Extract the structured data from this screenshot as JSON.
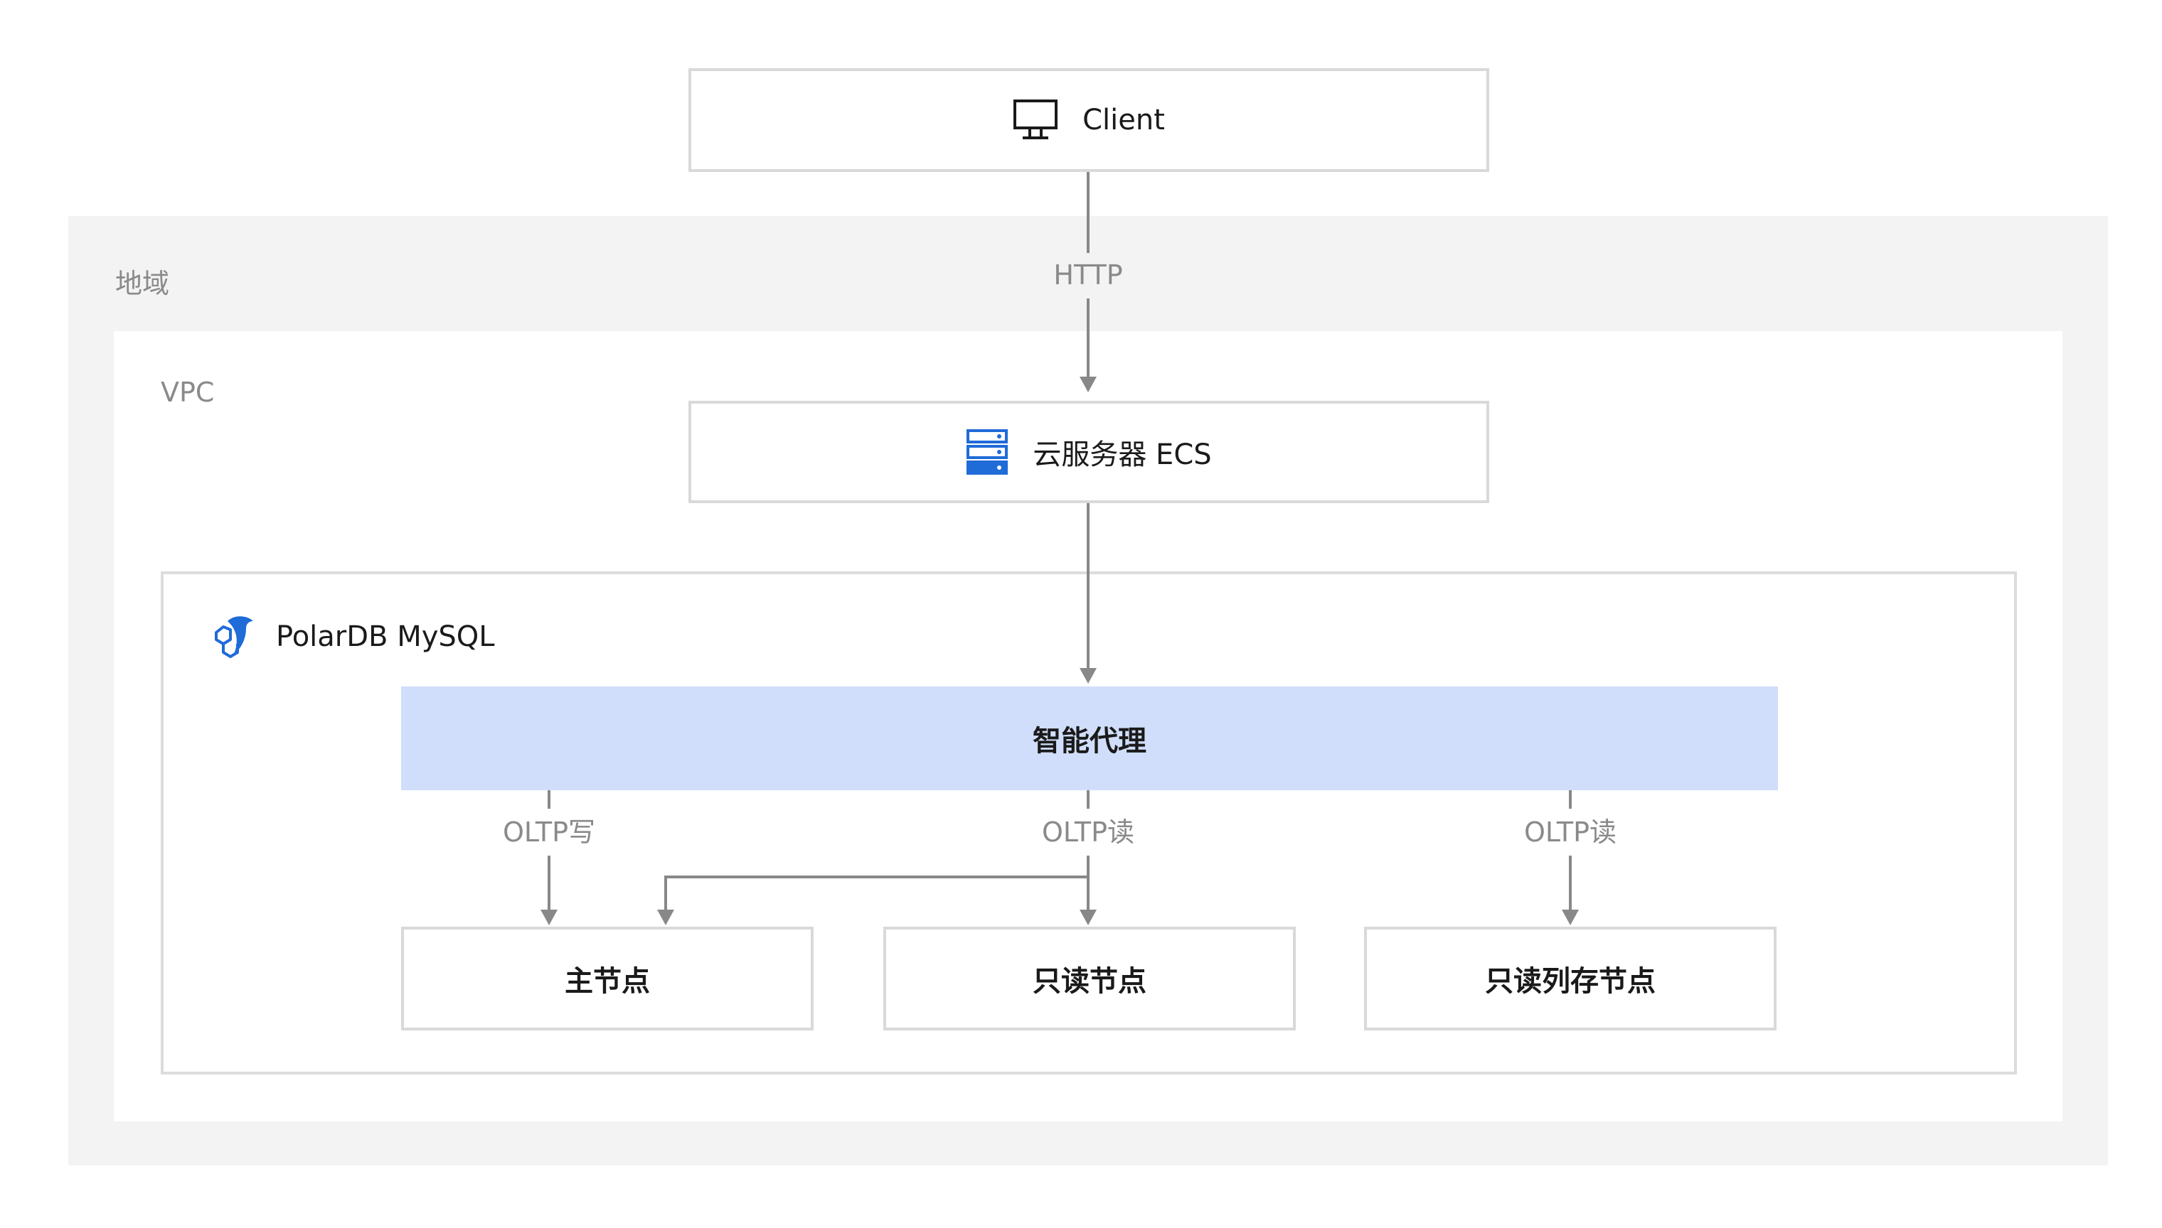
{
  "region": {
    "label": "地域"
  },
  "vpc": {
    "label": "VPC"
  },
  "client": {
    "label": "Client",
    "icon": "monitor-icon"
  },
  "ecs": {
    "label": "云服务器 ECS",
    "icon": "server-icon",
    "icon_color": "#1f6bd8"
  },
  "polardb": {
    "label": "PolarDB MySQL",
    "icon": "polardb-logo-icon",
    "icon_color": "#1f6bd8"
  },
  "proxy": {
    "label": "智能代理",
    "fill_color": "#d0defb"
  },
  "flows": {
    "http": "HTTP",
    "oltp_write": "OLTP写",
    "oltp_read_1": "OLTP读",
    "oltp_read_2": "OLTP读"
  },
  "nodes": [
    {
      "label": "主节点"
    },
    {
      "label": "只读节点"
    },
    {
      "label": "只读列存节点"
    }
  ],
  "colors": {
    "region_bg": "#f3f3f3",
    "border": "#d9d9d9",
    "arrow": "#888888"
  }
}
